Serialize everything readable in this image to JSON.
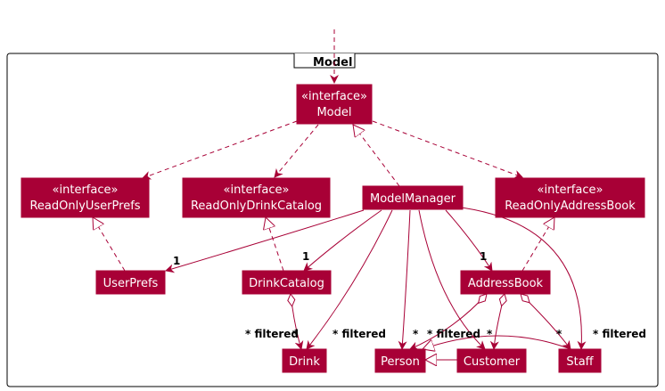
{
  "package": {
    "name": "Model"
  },
  "nodes": {
    "model": {
      "stereotype": "«interface»",
      "name": "Model"
    },
    "read_only_user_prefs": {
      "stereotype": "«interface»",
      "name": "ReadOnlyUserPrefs"
    },
    "read_only_drink_catalog": {
      "stereotype": "«interface»",
      "name": "ReadOnlyDrinkCatalog"
    },
    "model_manager": {
      "name": "ModelManager"
    },
    "read_only_address_book": {
      "stereotype": "«interface»",
      "name": "ReadOnlyAddressBook"
    },
    "user_prefs": {
      "name": "UserPrefs"
    },
    "drink_catalog": {
      "name": "DrinkCatalog"
    },
    "address_book": {
      "name": "AddressBook"
    },
    "drink": {
      "name": "Drink"
    },
    "person": {
      "name": "Person"
    },
    "customer": {
      "name": "Customer"
    },
    "staff": {
      "name": "Staff"
    }
  },
  "multiplicities": {
    "user_prefs": "1",
    "drink_catalog": "1",
    "address_book": "1",
    "drink_catalog_drink": "*",
    "drink_filtered": "* filtered",
    "drink_filtered_2": "* filtered",
    "person_star": "*",
    "person_filtered": "* filtered",
    "customer_star": "*",
    "staff_star": "*",
    "staff_filtered": "* filtered"
  },
  "colors": {
    "class_fill": "#a80036",
    "class_text": "#ffffff",
    "edge": "#a80036"
  }
}
